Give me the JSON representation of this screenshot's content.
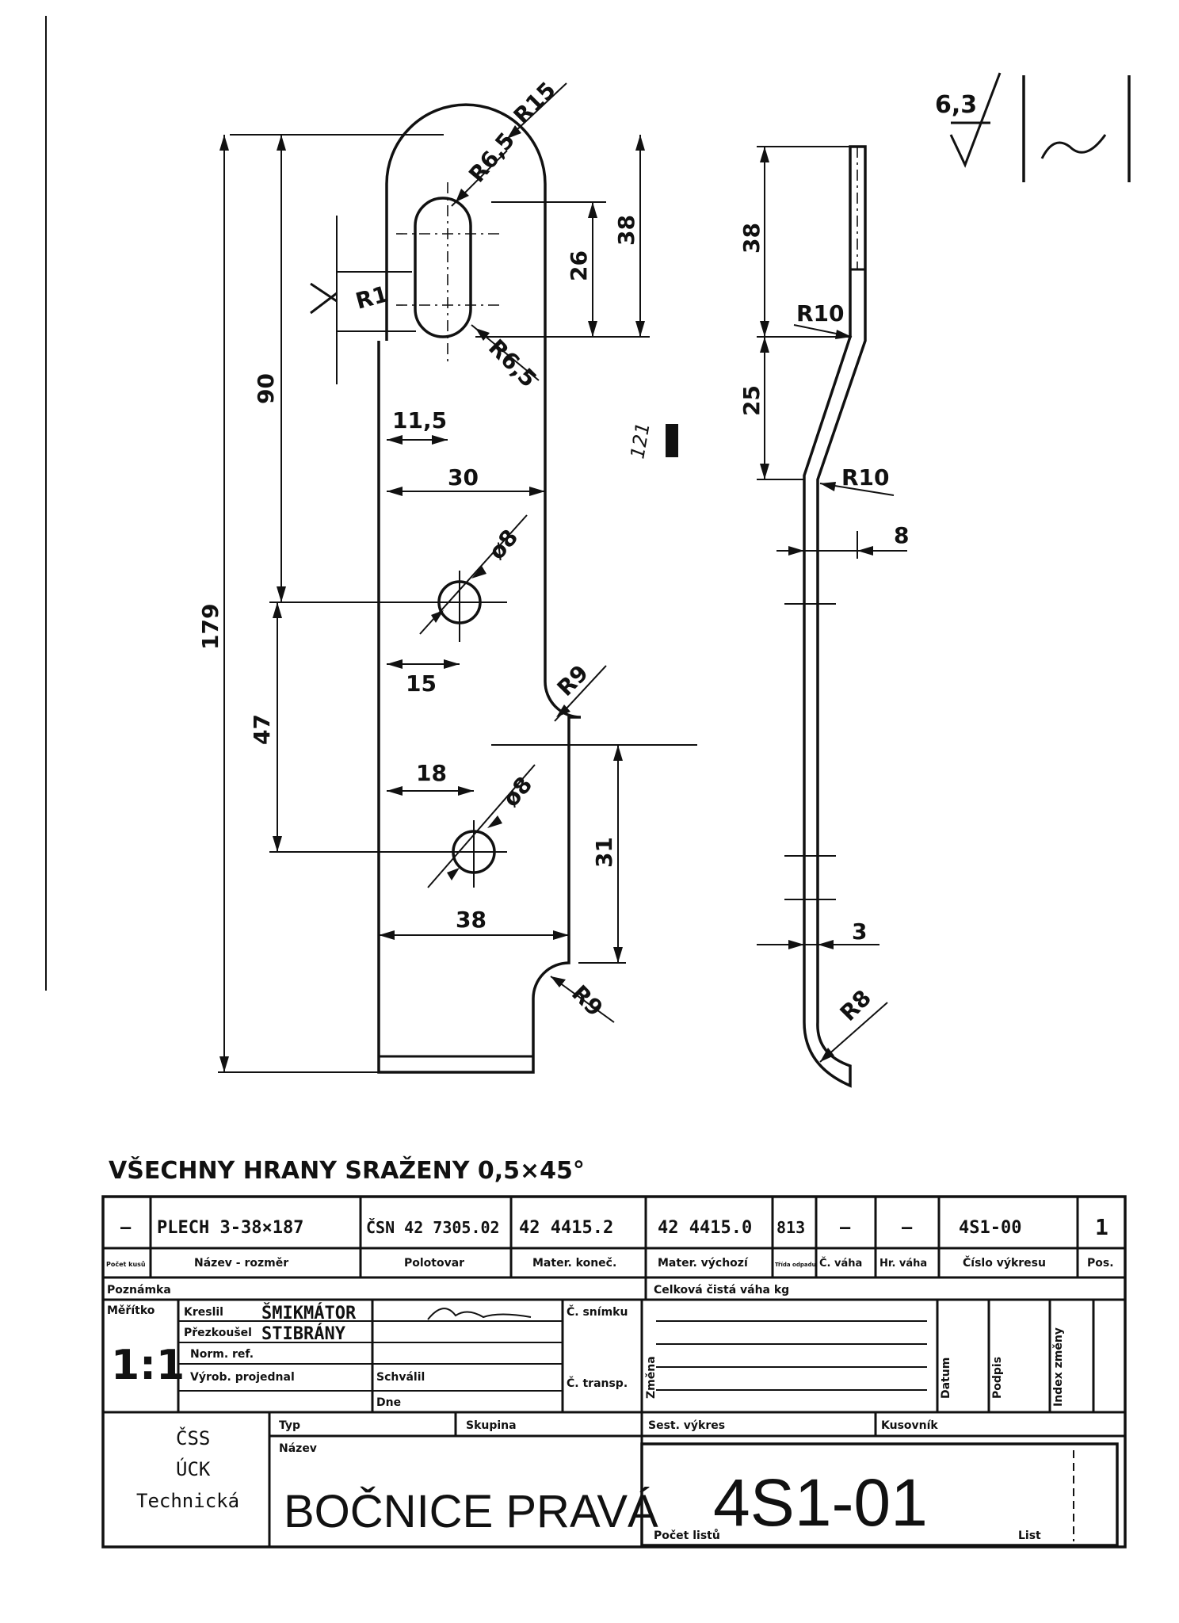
{
  "surface_symbol": {
    "roughness": "6,3",
    "extra": "~"
  },
  "front_view": {
    "dims": {
      "r15": "R15",
      "r65_top": "R6,5",
      "r65_bottom": "R6,5",
      "r1": "R1",
      "d38": "38",
      "d26": "26",
      "d90": "90",
      "d11_5": "11,5",
      "d30": "30",
      "phi8_upper": "ø8",
      "d15": "15",
      "d179": "179",
      "d47": "47",
      "r9_upper": "R9",
      "d18": "18",
      "phi8_lower": "ø8",
      "d31": "31",
      "d38_lower": "38",
      "r9_lower": "R9"
    },
    "handwritten_mark": "121"
  },
  "side_view": {
    "dims": {
      "d38": "38",
      "r10_top": "R10",
      "d25": "25",
      "r10_bottom": "R10",
      "d8": "8",
      "d3": "3",
      "r8": "R8"
    }
  },
  "chamfer_note": "VŠECHNY HRANY SRAŽENY 0,5×45°",
  "title_block": {
    "row1": {
      "qty": "–",
      "name_size": "PLECH 3-38×187",
      "semi": "ČSN 42 7305.02",
      "mat_final": "42 4415.2",
      "mat_orig": "42 4415.0",
      "class": "813",
      "net_weight": "–",
      "gross_weight": "–",
      "drawing_no": "4S1-00",
      "pos": "1"
    },
    "headers": {
      "qty": "Počet kusů",
      "name_size": "Název - rozměr",
      "semi": "Polotovar",
      "mat_final": "Mater. koneč.",
      "mat_orig": "Mater. výchozí",
      "class": "Třída odpadu",
      "net_weight": "Č. váha",
      "gross_weight": "Hr. váha",
      "drawing_no": "Číslo výkresu",
      "pos": "Pos."
    },
    "note_label": "Poznámka",
    "total_weight_label": "Celková čistá váha kg",
    "scale_label": "Měřítko",
    "scale": "1:1",
    "drawn_label": "Kreslil",
    "drawn_by": "ŠMIKMÁTOR",
    "checked_label": "Přezkoušel",
    "checked_by": "STIBRÁNY",
    "norm_ref_label": "Norm. ref.",
    "production_label": "Výrob. projednal",
    "approved_label": "Schválil",
    "date_label": "Dne",
    "photo_no_label": "Č. snímku",
    "transp_label": "Č. transp.",
    "change_label": "Změna",
    "datum_label": "Datum",
    "sign_label": "Podpis",
    "change_index_label": "Index změny",
    "org_lines": [
      "ČSS",
      "ÚCK",
      "Technická"
    ],
    "type_label": "Typ",
    "group_label": "Skupina",
    "name_label": "Název",
    "part_name": "BOČNICE PRAVÁ",
    "assembly_label": "Sest. výkres",
    "bom_label": "Kusovník",
    "sheets_label": "Počet listů",
    "sheet_label": "List",
    "drawing_number": "4S1-01"
  },
  "colors": {
    "ink": "#111111",
    "paper": "#ffffff"
  }
}
